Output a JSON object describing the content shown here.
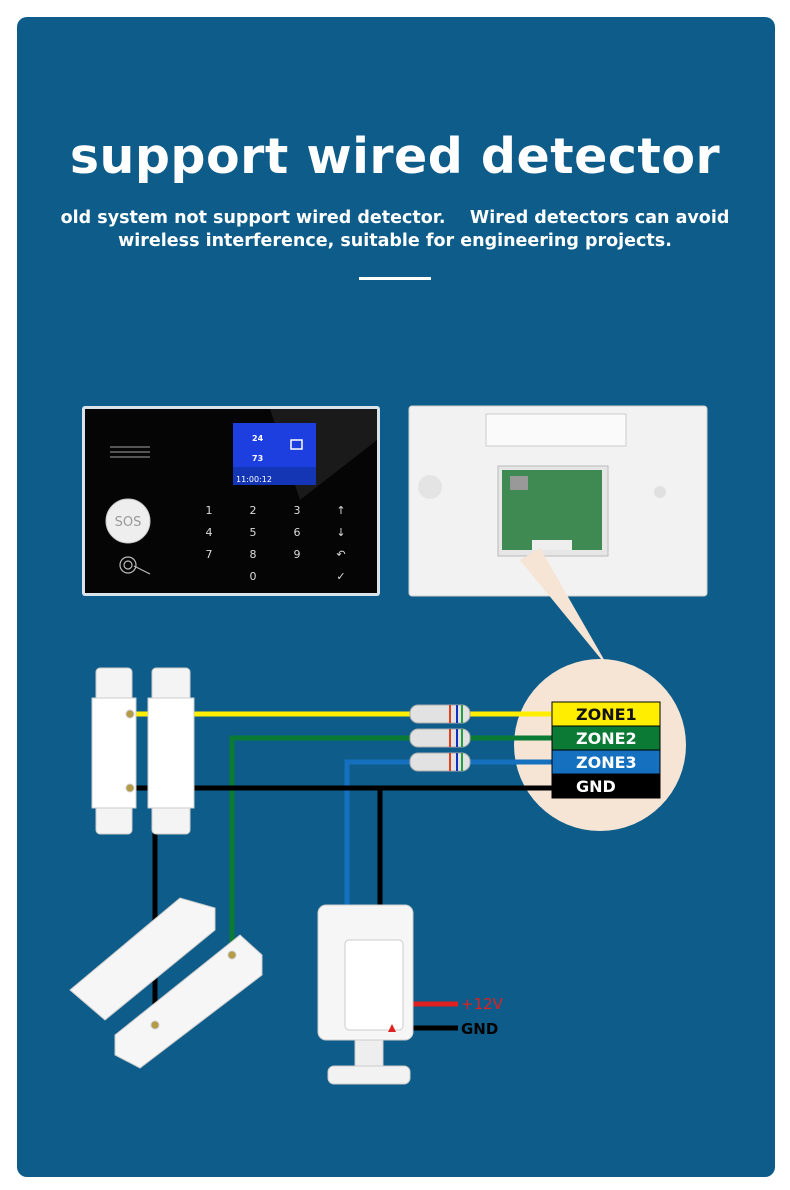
{
  "header": {
    "title": "support wired detector",
    "subtitle_line1": "old system not support wired detector.    Wired detectors can avoid",
    "subtitle_line2": "wireless interference, suitable for engineering projects."
  },
  "panel_front": {
    "sos_label": "SOS",
    "screen": {
      "temperature": "24",
      "humidity": "73",
      "time": "11:00:12"
    },
    "keys": [
      "1",
      "2",
      "3",
      "↑",
      "4",
      "5",
      "6",
      "↓",
      "7",
      "8",
      "9",
      "↶",
      "",
      "0",
      "",
      "✓"
    ]
  },
  "terminal": {
    "zones": [
      {
        "label": "ZONE1",
        "color": "#ffee00",
        "text_color": "#111111"
      },
      {
        "label": "ZONE2",
        "color": "#0a7a35",
        "text_color": "#ffffff"
      },
      {
        "label": "ZONE3",
        "color": "#1570c0",
        "text_color": "#ffffff"
      },
      {
        "label": "GND",
        "color": "#000000",
        "text_color": "#ffffff"
      }
    ]
  },
  "pir_power": {
    "plus_label": "+12V",
    "gnd_label": "GND",
    "plus_color": "#e02020"
  },
  "colors": {
    "background": "#0d5c89",
    "callout": "#f6e4d4"
  }
}
